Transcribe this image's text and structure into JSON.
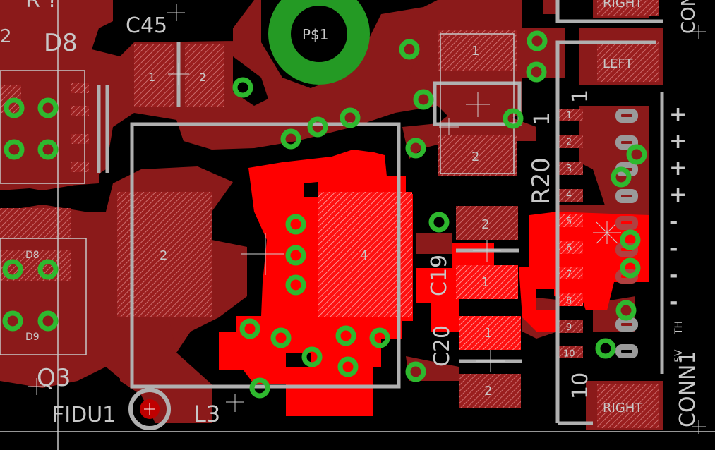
{
  "colors": {
    "background": "#000000",
    "copper_top": "#8b1a1a",
    "copper_highlight": "#ff0000",
    "via": "#2eaa2e",
    "silkscreen": "#c8c8c8",
    "drill": "#000000"
  },
  "labels": {
    "c45": "C45",
    "d8": "D8",
    "ps1": "P$1",
    "r20": "R20",
    "r20_pin1": "1",
    "c19": "C19",
    "c20": "C20",
    "q3": "Q3",
    "fidu1": "FIDU1",
    "l3": "L3",
    "conn1": "CONN1",
    "conn_top": "CONN",
    "right_top": "RIGHT",
    "left": "LEFT",
    "right_bottom": "RIGHT",
    "five_v": "5V",
    "th": "TH",
    "d8_small": "D8",
    "d9_small": "D9",
    "conn_pin1": "1",
    "conn_pin10": "10",
    "top_partial": "R ?",
    "top_left_partial": "2"
  },
  "pads": {
    "c45": [
      "1",
      "2"
    ],
    "r20": [
      "1",
      "2"
    ],
    "c19": [
      "2",
      "1"
    ],
    "c20": [
      "1",
      "2"
    ],
    "l3": [
      "2",
      "4"
    ],
    "conn": [
      "1",
      "2",
      "3",
      "4",
      "5",
      "6",
      "7",
      "8",
      "9",
      "10"
    ]
  },
  "connector_marks": [
    "+",
    "+",
    "+",
    "+",
    "-",
    "-",
    "-",
    "-"
  ]
}
